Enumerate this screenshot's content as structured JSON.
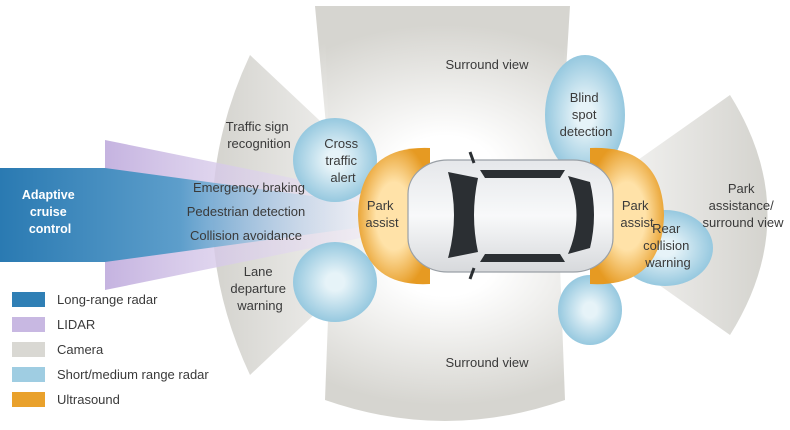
{
  "colors": {
    "long_range_radar": "#2f7fb5",
    "lidar": "#c8b8e2",
    "camera": "#d9d8d3",
    "short_medium_radar": "#9fcde2",
    "ultrasound": "#e9a12c"
  },
  "labels": {
    "surround_view_top": "Surround view",
    "surround_view_bottom": "Surround view",
    "traffic_sign": [
      "Traffic sign",
      "recognition"
    ],
    "cross_traffic": [
      "Cross",
      "traffic",
      "alert"
    ],
    "blind_spot": [
      "Blind",
      "spot",
      "detection"
    ],
    "adaptive_cruise": [
      "Adaptive",
      "cruise",
      "control"
    ],
    "emergency_braking": "Emergency braking",
    "pedestrian_detection": "Pedestrian detection",
    "collision_avoidance": "Collision avoidance",
    "park_assist_front": [
      "Park",
      "assist"
    ],
    "park_assist_rear": [
      "Park",
      "assist"
    ],
    "rear_collision": [
      "Rear",
      "collision",
      "warning"
    ],
    "park_assistance_surround": [
      "Park",
      "assistance/",
      "surround view"
    ],
    "lane_departure": [
      "Lane",
      "departure",
      "warning"
    ]
  },
  "legend": [
    {
      "label": "Long-range radar",
      "color_key": "long_range_radar"
    },
    {
      "label": "LIDAR",
      "color_key": "lidar"
    },
    {
      "label": "Camera",
      "color_key": "camera"
    },
    {
      "label": "Short/medium range radar",
      "color_key": "short_medium_radar"
    },
    {
      "label": "Ultrasound",
      "color_key": "ultrasound"
    }
  ]
}
